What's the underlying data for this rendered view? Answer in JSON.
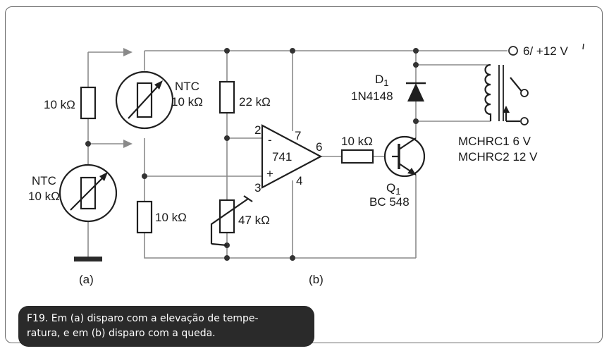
{
  "labels": {
    "output_terminal": "6/ +12 V",
    "r_top_a": "10 kΩ",
    "ntc_a_line1": "NTC",
    "ntc_a_line2": "10 kΩ",
    "ntc_b_line1": "NTC",
    "ntc_b_line2": "10 kΩ",
    "r22": "22 kΩ",
    "r_bottom_b": "10 kΩ",
    "pot": "47 kΩ",
    "opamp": "741",
    "pin2": "2",
    "pin3": "3",
    "pin4": "4",
    "pin6": "6",
    "pin7": "7",
    "minus": "-",
    "plus": "+",
    "r_base": "10 kΩ",
    "d1_name": "D",
    "d1_sub": "1",
    "d1_part": "1N4148",
    "q1_name": "Q",
    "q1_sub": "1",
    "q1_part": "BC 548",
    "relay1": "MCHRC1 6 V",
    "relay2": "MCHRC2 12 V",
    "part_a": "(a)",
    "part_b": "(b)"
  },
  "caption": {
    "line1": "F19. Em (a) disparo com a elevação de tempe-",
    "line2": "ratura, e em (b) disparo com a queda."
  }
}
